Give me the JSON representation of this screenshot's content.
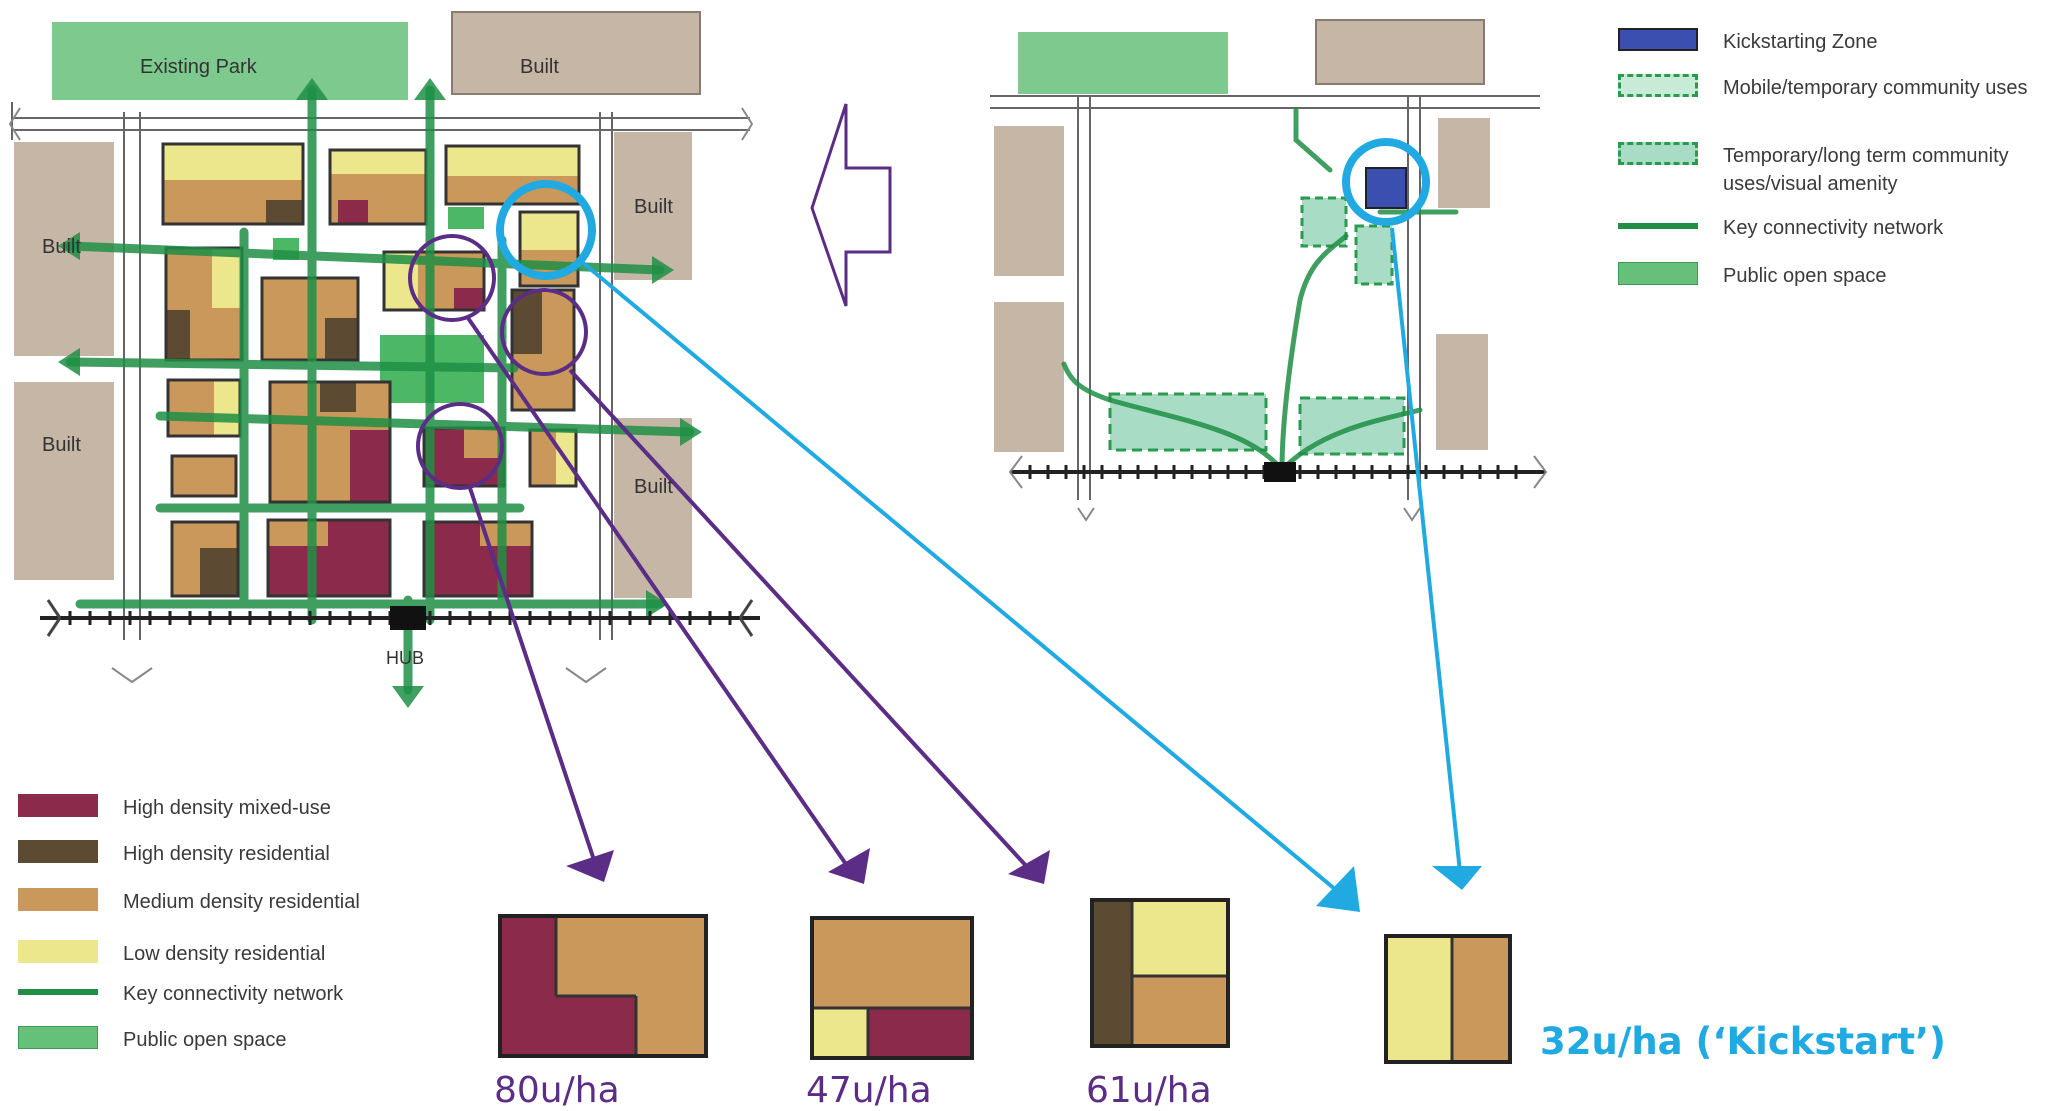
{
  "colors": {
    "high_density_mixed_use": "#8b2a4a",
    "high_density_residential": "#5c4a32",
    "medium_density_residential": "#c9985a",
    "low_density_residential": "#ece68c",
    "connectivity": "#1f8f45",
    "open_space": "#66c07a",
    "built": "#c6b6a6",
    "kickstart_zone": "#3a4fb0",
    "temp_use": "#a8dcc5",
    "purple_callout": "#5b2d86",
    "blue_callout": "#21a9e1"
  },
  "map": {
    "labels": {
      "existing_park": "Existing Park",
      "built_top": "Built",
      "built_left_upper": "Built",
      "built_left_lower": "Built",
      "built_right_upper": "Built",
      "built_right_lower": "Built",
      "hub": "HUB"
    }
  },
  "legend_top": {
    "items": [
      {
        "label": "Kickstarting Zone"
      },
      {
        "label": "Mobile/temporary community uses"
      },
      {
        "label": "Temporary/long term community uses/visual amenity"
      },
      {
        "label": "Key connectivity network"
      },
      {
        "label": "Public open space"
      }
    ]
  },
  "legend_bottom": {
    "items": [
      {
        "label": "High density mixed-use"
      },
      {
        "label": "High density residential"
      },
      {
        "label": "Medium density residential"
      },
      {
        "label": "Low density residential"
      },
      {
        "label": "Key connectivity network"
      },
      {
        "label": "Public open space"
      }
    ]
  },
  "densities": {
    "block_1": "80u/ha",
    "block_2": "47u/ha",
    "block_3": "61u/ha",
    "kickstart": "32u/ha (‘Kickstart’)"
  }
}
